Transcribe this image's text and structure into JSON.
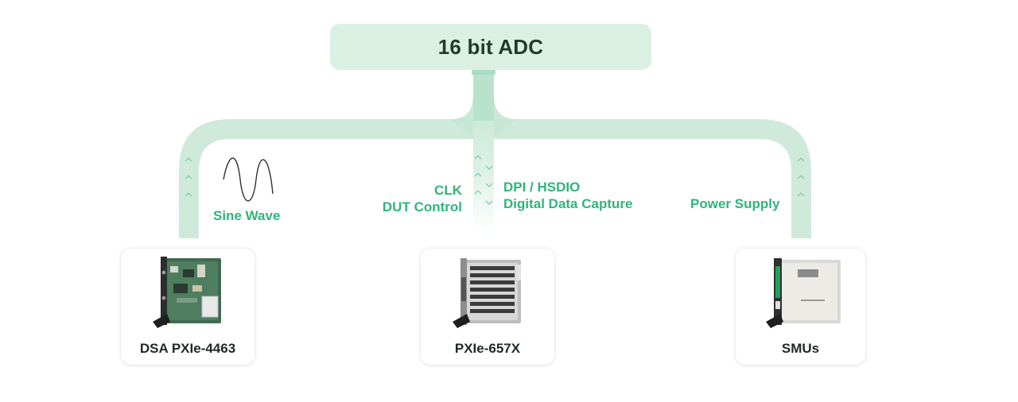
{
  "diagram": {
    "adc": {
      "title": "16 bit ADC"
    },
    "signals": {
      "sine_wave": "Sine Wave",
      "clk": "CLK",
      "dut_control": "DUT Control",
      "dpi_hsdio": "DPI / HSDIO",
      "digital_capture": "Digital Data Capture",
      "power_supply": "Power Supply"
    },
    "instruments": [
      {
        "name": "DSA PXIe-4463"
      },
      {
        "name": "PXIe-657X"
      },
      {
        "name": "SMUs"
      }
    ],
    "colors": {
      "bus": "#cfeadb",
      "bus_dark": "#a9dcc1",
      "label": "#2fb57a",
      "arrow": "#7fcca3",
      "adc_box": "#dcefe3"
    }
  }
}
